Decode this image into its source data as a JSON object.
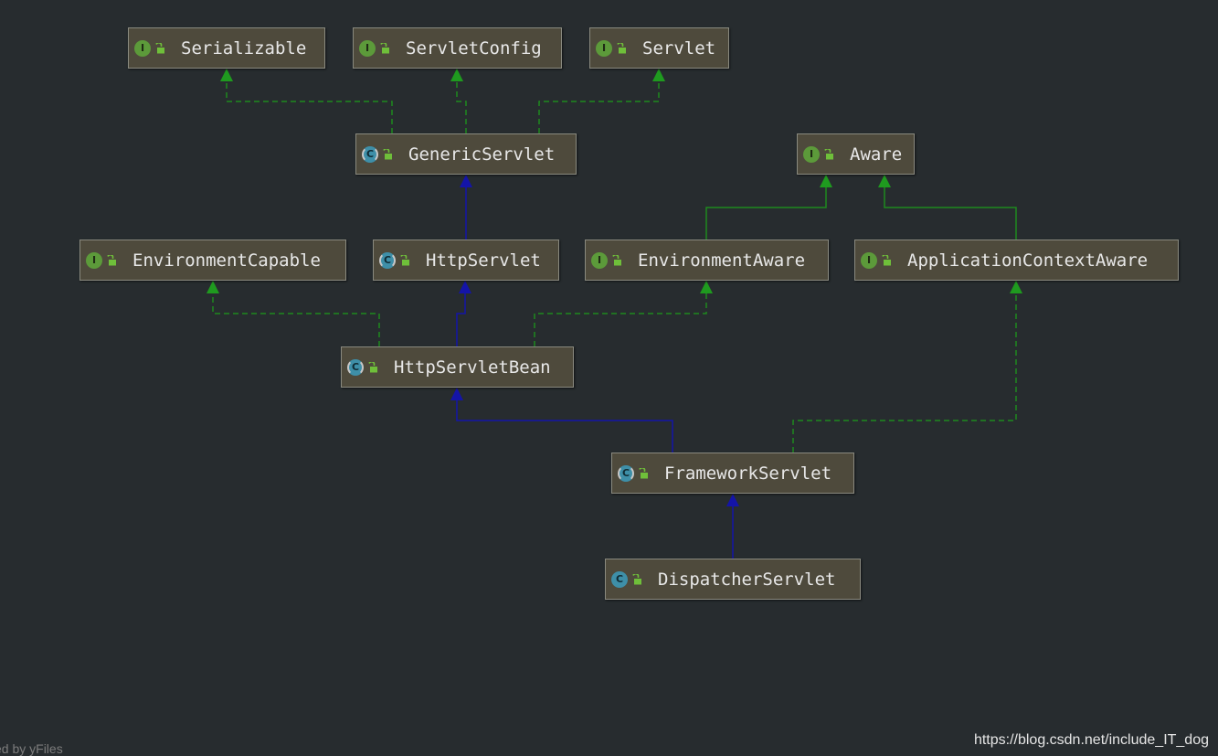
{
  "nodes": [
    {
      "id": "serializable",
      "label": "Serializable",
      "kind": "interface"
    },
    {
      "id": "servletconfig",
      "label": "ServletConfig",
      "kind": "interface"
    },
    {
      "id": "servlet",
      "label": "Servlet",
      "kind": "interface"
    },
    {
      "id": "genericservlet",
      "label": "GenericServlet",
      "kind": "abstract"
    },
    {
      "id": "aware",
      "label": "Aware",
      "kind": "interface"
    },
    {
      "id": "environmentcapable",
      "label": "EnvironmentCapable",
      "kind": "interface"
    },
    {
      "id": "httpservlet",
      "label": "HttpServlet",
      "kind": "abstract"
    },
    {
      "id": "environmentaware",
      "label": "EnvironmentAware",
      "kind": "interface"
    },
    {
      "id": "applicationcontextaware",
      "label": "ApplicationContextAware",
      "kind": "interface"
    },
    {
      "id": "httpservletbean",
      "label": "HttpServletBean",
      "kind": "abstract"
    },
    {
      "id": "frameworkservlet",
      "label": "FrameworkServlet",
      "kind": "abstract"
    },
    {
      "id": "dispatcherservlet",
      "label": "DispatcherServlet",
      "kind": "class"
    }
  ],
  "icons": {
    "interface": "I",
    "class": "C",
    "abstract": "C"
  },
  "colors": {
    "background": "#272c2f",
    "node_fill": "#4e4a3c",
    "realization_edge": "#1f8a1f",
    "class_extends_edge": "#1414a8"
  },
  "edges": [
    {
      "from": "genericservlet",
      "to": "serializable",
      "type": "realization"
    },
    {
      "from": "genericservlet",
      "to": "servletconfig",
      "type": "realization"
    },
    {
      "from": "genericservlet",
      "to": "servlet",
      "type": "realization"
    },
    {
      "from": "httpservlet",
      "to": "genericservlet",
      "type": "extends-class"
    },
    {
      "from": "environmentaware",
      "to": "aware",
      "type": "extends-interface"
    },
    {
      "from": "applicationcontextaware",
      "to": "aware",
      "type": "extends-interface"
    },
    {
      "from": "httpservletbean",
      "to": "environmentcapable",
      "type": "realization"
    },
    {
      "from": "httpservletbean",
      "to": "httpservlet",
      "type": "extends-class"
    },
    {
      "from": "httpservletbean",
      "to": "environmentaware",
      "type": "realization"
    },
    {
      "from": "frameworkservlet",
      "to": "httpservletbean",
      "type": "extends-class"
    },
    {
      "from": "frameworkservlet",
      "to": "applicationcontextaware",
      "type": "realization"
    },
    {
      "from": "dispatcherservlet",
      "to": "frameworkservlet",
      "type": "extends-class"
    }
  ],
  "footer": {
    "left_text": "ed by yFiles",
    "right_text": "https://blog.csdn.net/include_IT_dog"
  }
}
